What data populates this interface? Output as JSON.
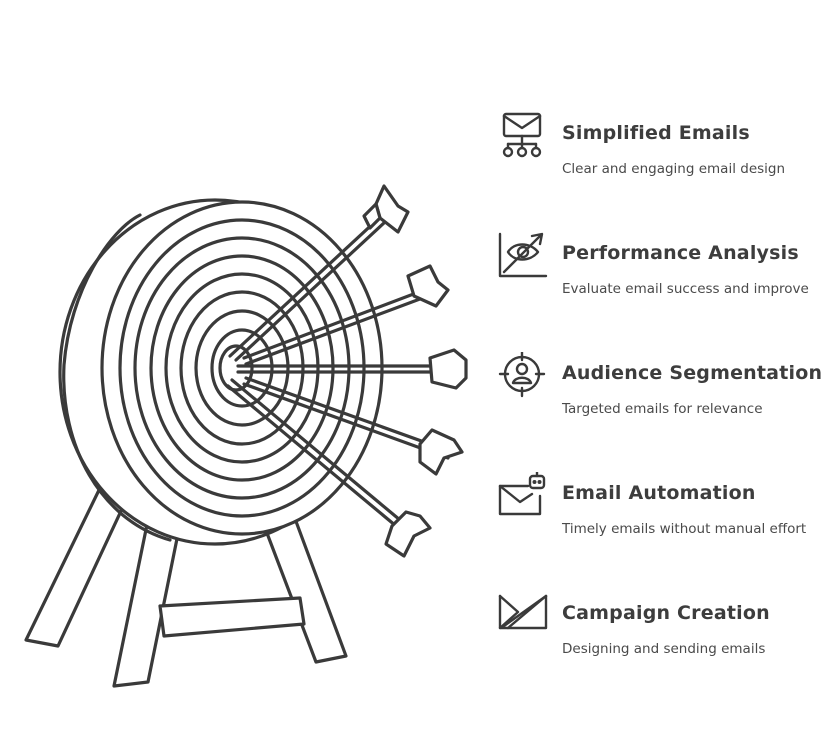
{
  "items": [
    {
      "title": "Simplified Emails",
      "description": "Clear and engaging email design",
      "icon": "email-network-icon"
    },
    {
      "title": "Performance Analysis",
      "description": "Evaluate email success and improve",
      "icon": "eye-chart-icon"
    },
    {
      "title": "Audience Segmentation",
      "description": "Targeted emails for relevance",
      "icon": "target-user-icon"
    },
    {
      "title": "Email Automation",
      "description": "Timely emails without manual effort",
      "icon": "email-robot-icon"
    },
    {
      "title": "Campaign Creation",
      "description": "Designing and sending emails",
      "icon": "paper-plane-icon"
    }
  ],
  "colors": {
    "ink": "#3a3a3a",
    "background": "#ffffff"
  }
}
